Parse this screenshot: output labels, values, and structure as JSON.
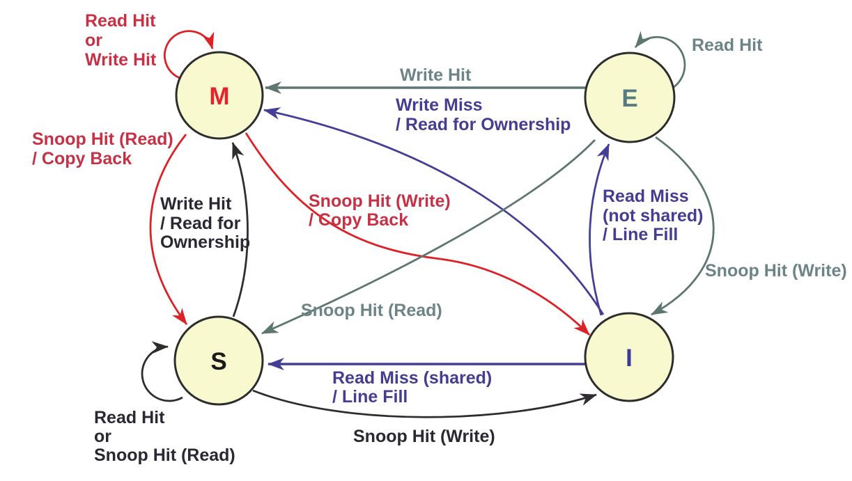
{
  "colors": {
    "state_fill": "#f9f9d0",
    "state_border": "#2d2d2d",
    "red_arrow": "#dc2127",
    "red_text": "#c53245",
    "gray_arrow": "#5e7672",
    "gray_text": "#6d8487",
    "purple_arrow": "#453e96",
    "purple_text": "#443d92",
    "black_arrow": "#2e2c2f",
    "black_text": "#2a2832",
    "state_label_m": "#e8212e",
    "state_label_e": "#567b82",
    "state_label_s": "#1b1b1b",
    "state_label_i": "#3b3a96"
  },
  "states": {
    "m": "M",
    "e": "E",
    "s": "S",
    "i": "I"
  },
  "labels": {
    "m_self": [
      "Read Hit",
      "or",
      "Write Hit"
    ],
    "e_self": [
      "Read Hit"
    ],
    "s_self": [
      "Read Hit",
      "or",
      "Snoop Hit (Read)"
    ],
    "e_to_m": [
      "Write Hit"
    ],
    "i_to_m": [
      "Write Miss",
      "/ Read for Ownership"
    ],
    "m_to_s": [
      "Snoop Hit (Read)",
      "/ Copy Back"
    ],
    "s_to_m": [
      "Write Hit",
      "/ Read for",
      "Ownership"
    ],
    "m_to_i": [
      "Snoop Hit (Write)",
      "/ Copy Back"
    ],
    "e_to_s": [
      "Snoop Hit (Read)"
    ],
    "i_to_e": [
      "Read Miss",
      "(not shared)",
      "/ Line Fill"
    ],
    "e_to_i": [
      "Snoop Hit (Write)"
    ],
    "i_to_s": [
      "Read Miss (shared)",
      "/ Line Fill"
    ],
    "s_to_i": [
      "Snoop Hit (Write)"
    ]
  },
  "transitions": [
    {
      "from": "M",
      "to": "M",
      "event": "Read Hit or Write Hit"
    },
    {
      "from": "E",
      "to": "E",
      "event": "Read Hit"
    },
    {
      "from": "S",
      "to": "S",
      "event": "Read Hit or Snoop Hit (Read)"
    },
    {
      "from": "E",
      "to": "M",
      "event": "Write Hit"
    },
    {
      "from": "I",
      "to": "M",
      "event": "Write Miss / Read for Ownership"
    },
    {
      "from": "M",
      "to": "S",
      "event": "Snoop Hit (Read) / Copy Back"
    },
    {
      "from": "S",
      "to": "M",
      "event": "Write Hit / Read for Ownership"
    },
    {
      "from": "M",
      "to": "I",
      "event": "Snoop Hit (Write) / Copy Back"
    },
    {
      "from": "E",
      "to": "S",
      "event": "Snoop Hit (Read)"
    },
    {
      "from": "I",
      "to": "E",
      "event": "Read Miss (not shared) / Line Fill"
    },
    {
      "from": "E",
      "to": "I",
      "event": "Snoop Hit (Write)"
    },
    {
      "from": "I",
      "to": "S",
      "event": "Read Miss (shared) / Line Fill"
    },
    {
      "from": "S",
      "to": "I",
      "event": "Snoop Hit (Write)"
    }
  ]
}
